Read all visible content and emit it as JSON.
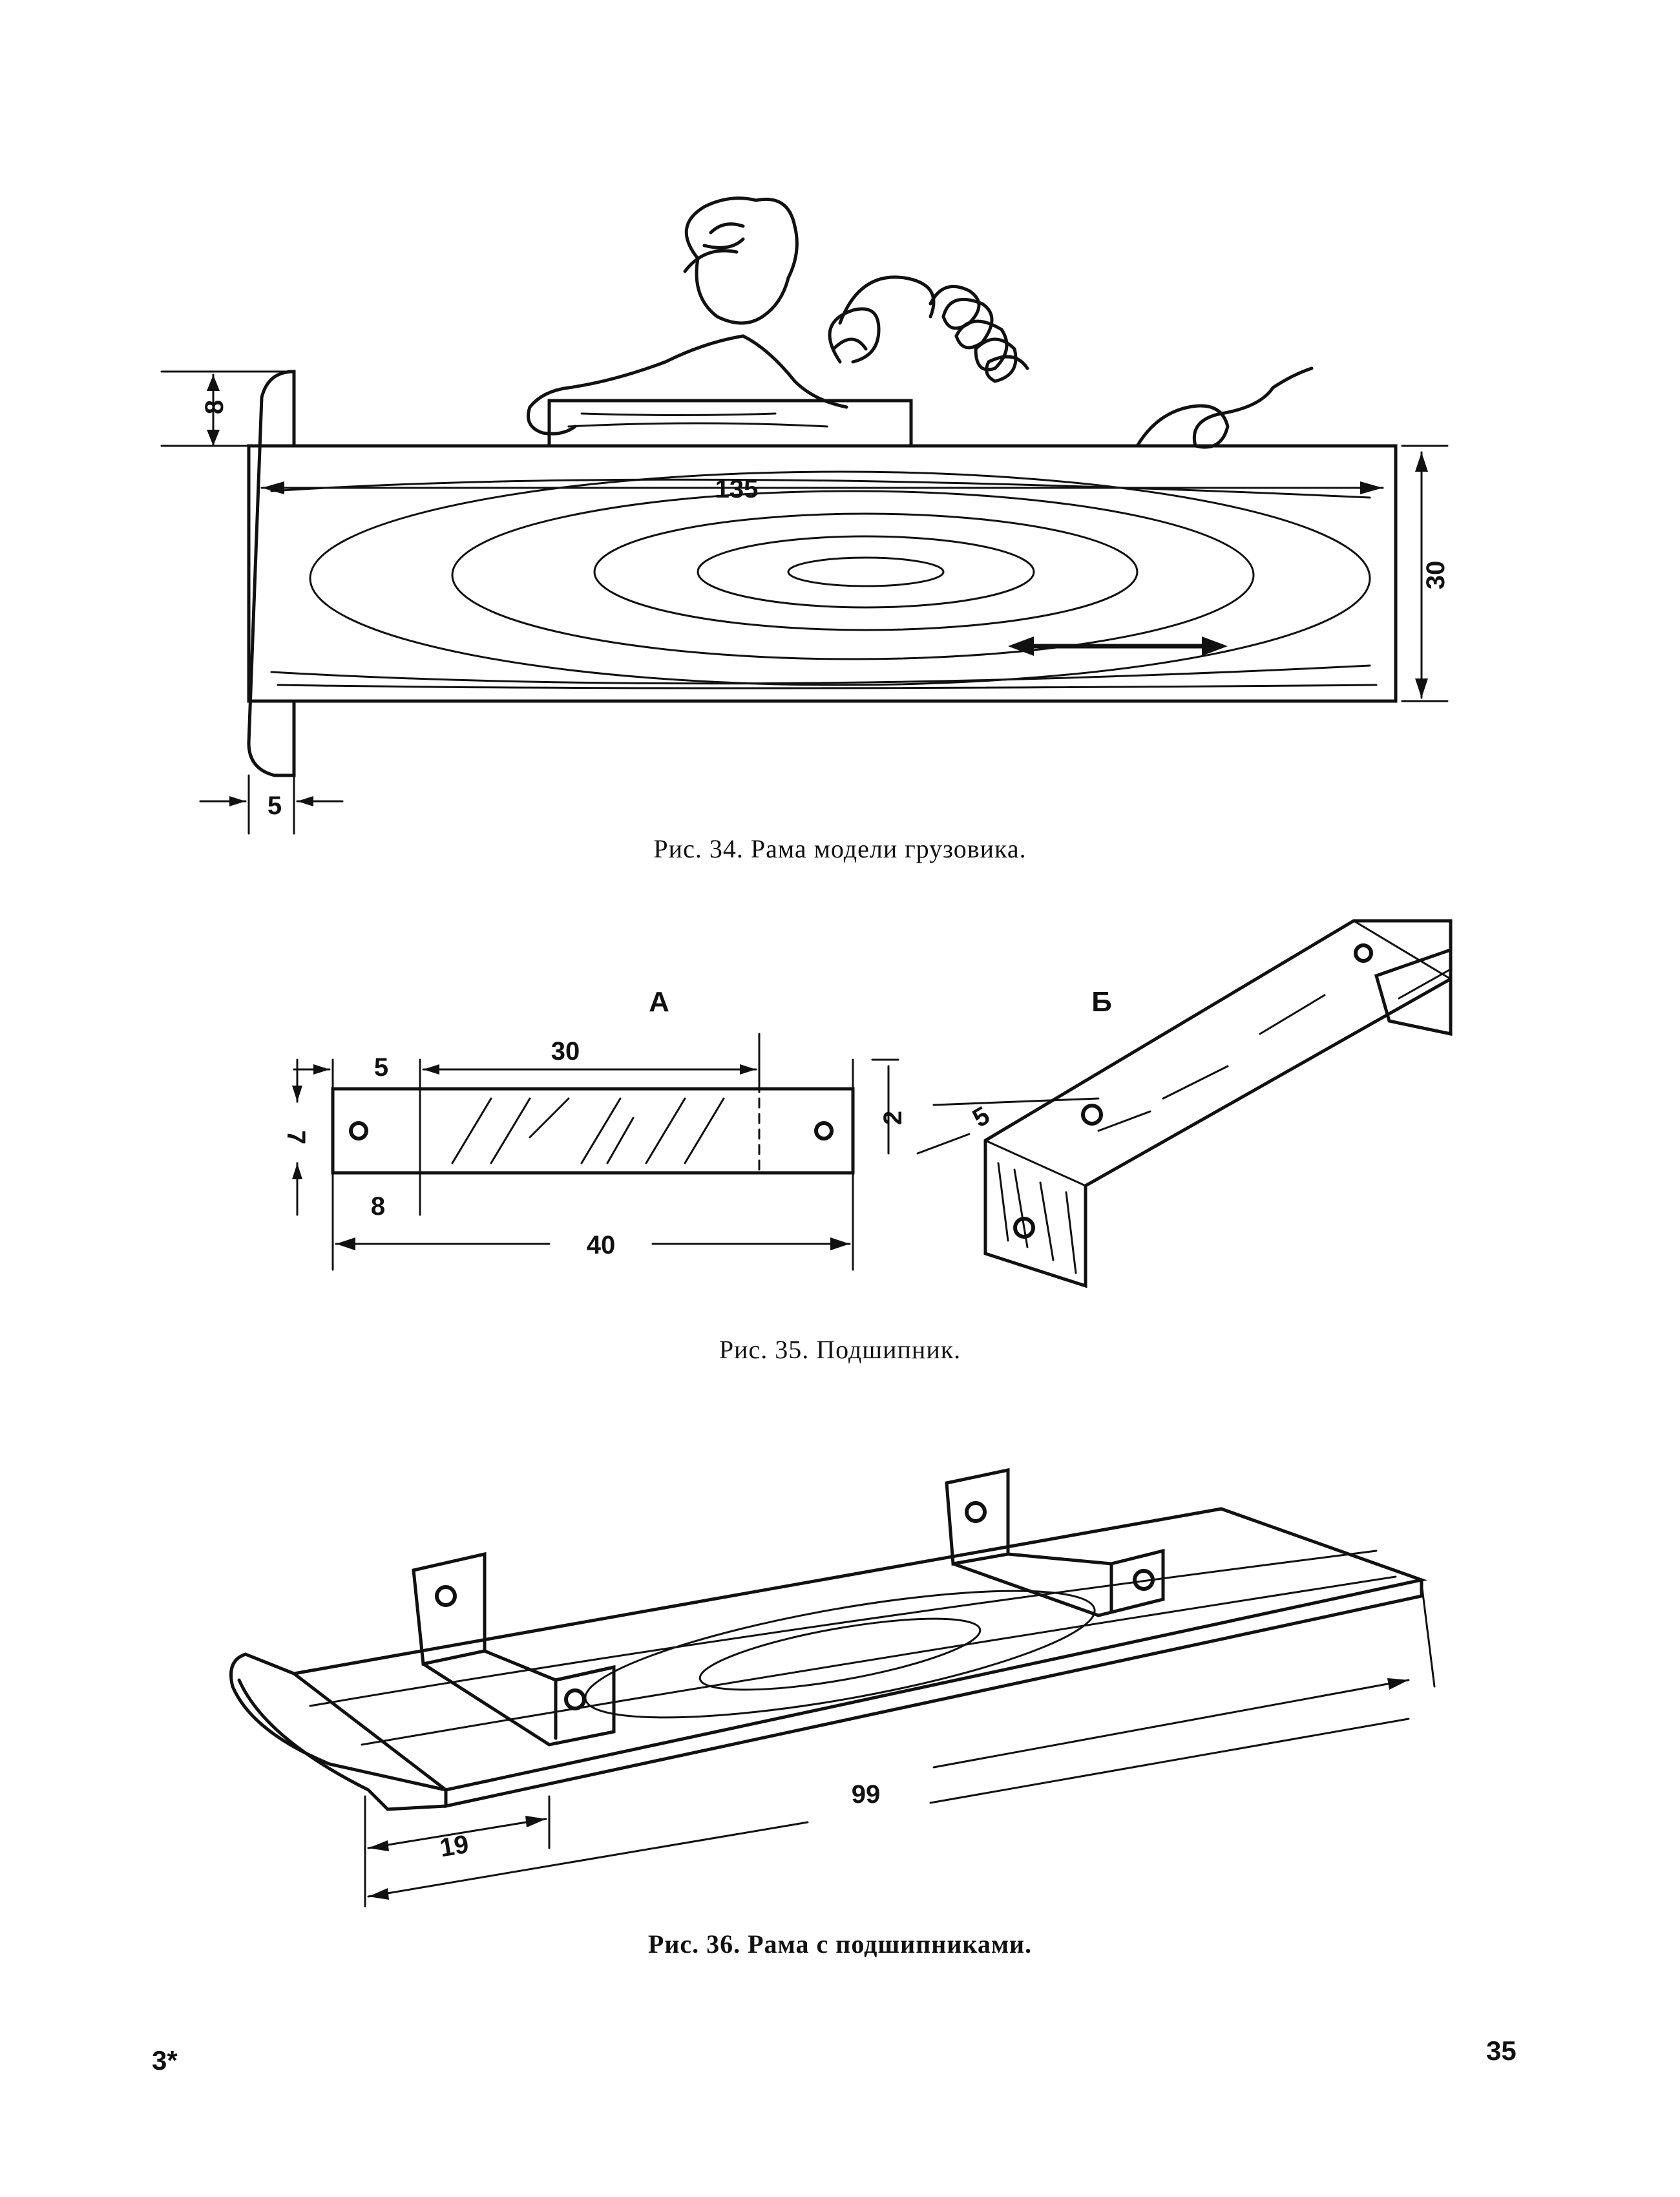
{
  "figures": [
    {
      "caption": "Рис. 34. Рама модели грузовика.",
      "dimensions": {
        "height_small": "8",
        "length": "135",
        "width": "30",
        "thickness": "5"
      }
    },
    {
      "caption": "Рис. 35. Подшипник.",
      "view_a_label": "А",
      "view_b_label": "Б",
      "dimensions": {
        "d5": "5",
        "d30": "30",
        "d7": "7",
        "d2": "2",
        "d8": "8",
        "d40": "40",
        "d5b": "5"
      }
    },
    {
      "caption": "Рис. 36. Рама с подшипниками.",
      "dimensions": {
        "d99": "99",
        "d19": "19"
      }
    }
  ],
  "footer": {
    "signature": "3*",
    "page_number": "35"
  }
}
